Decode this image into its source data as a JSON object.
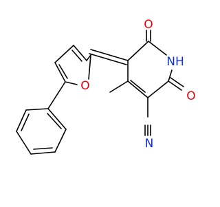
{
  "colors": {
    "background": "#ffffff",
    "bond": "#000000",
    "oxygen": "#e8000b",
    "nitrogen": "#1030d0"
  },
  "atoms": {
    "o_top": {
      "text": "O",
      "element": "oxygen"
    },
    "nh": {
      "text": "NH",
      "element": "nitrogen"
    },
    "o_right": {
      "text": "O",
      "element": "oxygen"
    },
    "o_furan": {
      "text": "O",
      "element": "oxygen"
    },
    "n_nitrile": {
      "text": "N",
      "element": "nitrogen"
    }
  }
}
